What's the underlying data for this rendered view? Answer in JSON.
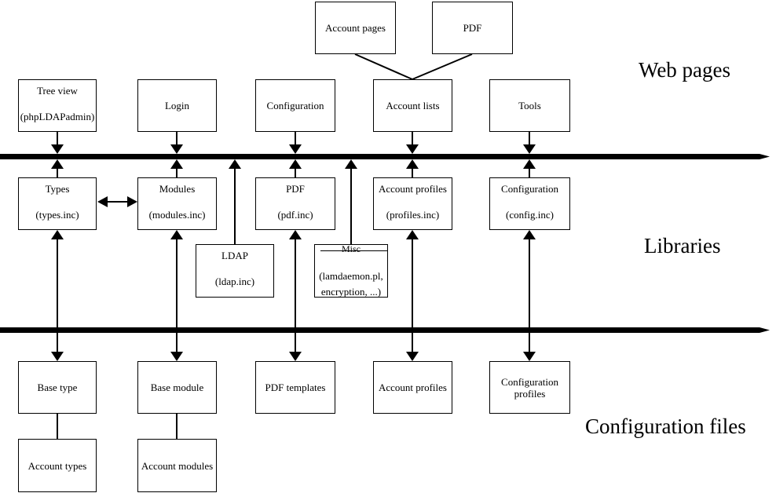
{
  "layer_labels": {
    "web_pages": "Web pages",
    "libraries": "Libraries",
    "configuration_files": "Configuration files"
  },
  "nodes": {
    "account_pages": {
      "line1": "Account pages"
    },
    "pdf_page": {
      "line1": "PDF"
    },
    "tree_view": {
      "line1": "Tree view",
      "line2": "(phpLDAPadmin)"
    },
    "login": {
      "line1": "Login"
    },
    "configuration_page": {
      "line1": "Configuration"
    },
    "account_lists": {
      "line1": "Account lists"
    },
    "tools": {
      "line1": "Tools"
    },
    "types": {
      "line1": "Types",
      "line2": "(types.inc)"
    },
    "modules": {
      "line1": "Modules",
      "line2": "(modules.inc)"
    },
    "pdf_lib": {
      "line1": "PDF",
      "line2": "(pdf.inc)"
    },
    "ldap": {
      "line1": "LDAP",
      "line2": "(ldap.inc)"
    },
    "misc": {
      "line1": "Misc",
      "line2": "(lamdaemon.pl,",
      "line3": "encryption, ...)"
    },
    "account_profiles_lib": {
      "line1": "Account profiles",
      "line2": "(profiles.inc)"
    },
    "configuration_lib": {
      "line1": "Configuration",
      "line2": "(config.inc)"
    },
    "base_type": {
      "line1": "Base type"
    },
    "base_module": {
      "line1": "Base module"
    },
    "pdf_templates": {
      "line1": "PDF templates"
    },
    "account_profiles_config": {
      "line1": "Account profiles"
    },
    "configuration_profiles": {
      "line1": "Configuration profiles"
    },
    "account_types": {
      "line1": "Account types"
    },
    "account_modules": {
      "line1": "Account modules"
    }
  },
  "colors": {
    "line": "#000000",
    "background": "#ffffff",
    "box_fill": "#ffffff"
  }
}
